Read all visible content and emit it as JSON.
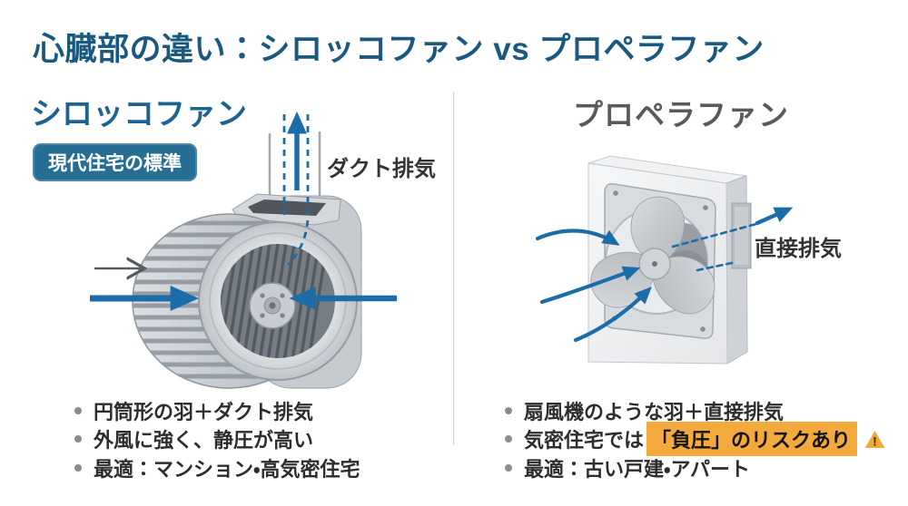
{
  "slide": {
    "title": "心臓部の違い：シロッコファン vs プロペラファン"
  },
  "left": {
    "heading": "シロッコファン",
    "badge": "現代住宅の標準",
    "flow_label": "ダクト排気",
    "bullets": [
      "円筒形の羽＋ダクト排気",
      "外風に強く、静圧が高い",
      "最適：マンション・高気密住宅"
    ]
  },
  "right": {
    "heading": "プロペラファン",
    "flow_label": "直接排気",
    "bullet1": "扇風機のような羽＋直接排気",
    "bullet2_prefix": "気密住宅では",
    "bullet2_highlight": "「負圧」のリスクあり",
    "warning_mark": "!",
    "bullet3": "最適：古い戸建・アパート"
  },
  "colors": {
    "title_blue": "#19597F",
    "heading_blue": "#1C6292",
    "heading_gray": "#5a5a5a",
    "badge_bg": "#276E95",
    "arrow_blue": "#1C6CA8",
    "highlight_orange": "#F3A93C",
    "divider_gray": "#cccccc",
    "body_text": "#2d2d2d"
  }
}
